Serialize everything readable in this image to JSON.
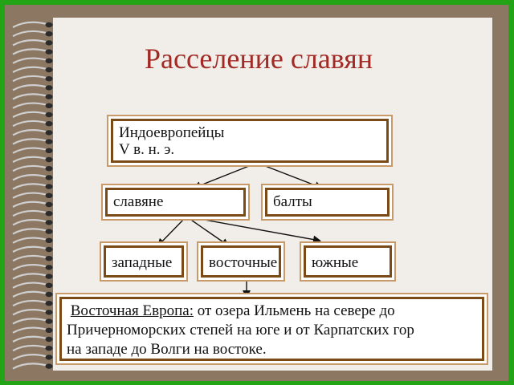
{
  "title": "Расселение славян",
  "nodes": {
    "root": {
      "line1": "Индоевропейцы",
      "line2": "V в. н. э."
    },
    "slavs": "славяне",
    "balts": "балты",
    "west": "западные",
    "east": "восточные",
    "south": "южные"
  },
  "region": {
    "heading": "Восточная Европа:",
    "text1": " от озера Ильмень на севере до",
    "text2": "Причерноморских степей  на юге  и от Карпатских гор",
    "text3": " на западе до Волги на востоке."
  },
  "colors": {
    "background": "#22a416",
    "frame": "#8c7762",
    "paper": "#f1eee9",
    "title": "#a12a26",
    "box_border": "#7a4a17"
  }
}
